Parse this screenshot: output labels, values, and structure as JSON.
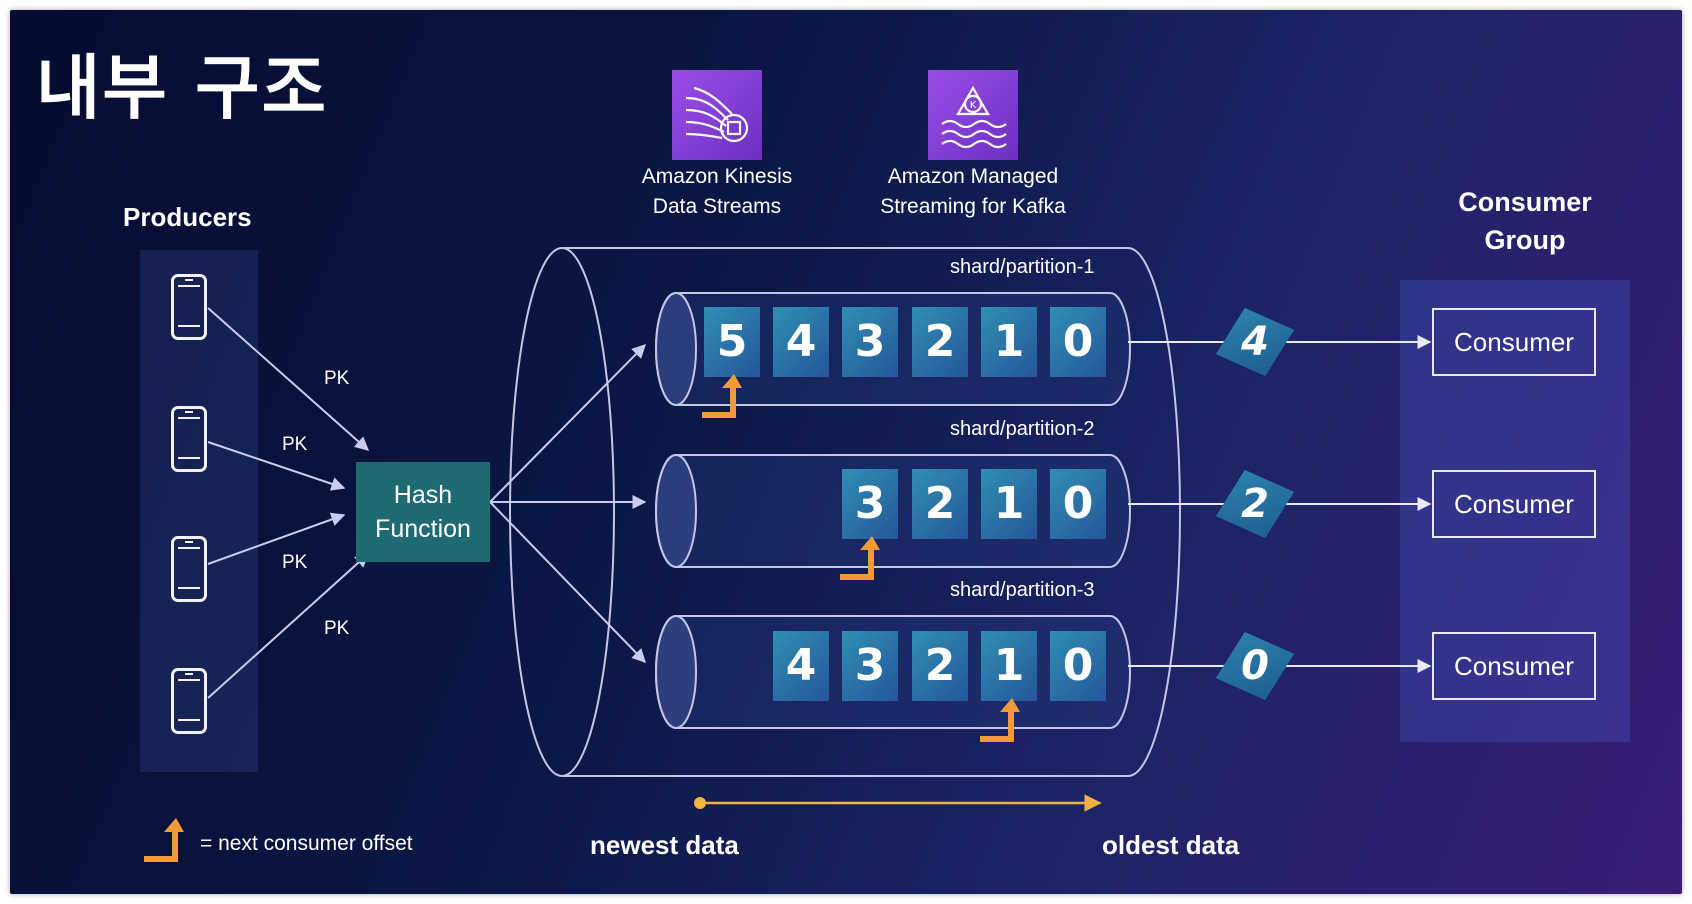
{
  "title": "내부 구조",
  "producers": {
    "label": "Producers",
    "pk_labels": [
      "PK",
      "PK",
      "PK",
      "PK"
    ]
  },
  "hash_function": {
    "label": "Hash\nFunction"
  },
  "services": [
    {
      "name_line1": "Amazon Kinesis",
      "name_line2": "Data Streams",
      "icon": "kinesis-data-streams-icon"
    },
    {
      "name_line1": "Amazon Managed",
      "name_line2": "Streaming for Kafka",
      "icon": "msk-kafka-icon"
    }
  ],
  "shards": [
    {
      "label": "shard/partition-1",
      "records": [
        "5",
        "4",
        "3",
        "2",
        "1",
        "0"
      ],
      "offset_at": "5",
      "consumed": "4"
    },
    {
      "label": "shard/partition-2",
      "records": [
        "3",
        "2",
        "1",
        "0"
      ],
      "offset_at": "3",
      "consumed": "2"
    },
    {
      "label": "shard/partition-3",
      "records": [
        "4",
        "3",
        "2",
        "1",
        "0"
      ],
      "offset_at": "1",
      "consumed": "0"
    }
  ],
  "consumer_group": {
    "label": "Consumer Group",
    "consumers": [
      "Consumer",
      "Consumer",
      "Consumer"
    ]
  },
  "axis": {
    "newest": "newest data",
    "oldest": "oldest data"
  },
  "legend": {
    "text": "= next consumer offset"
  },
  "colors": {
    "record_fill": "#2f8fb2",
    "hash_fill": "#1f6b74",
    "offset_arrow": "#f29a3a",
    "service_icon": "#8a3fd9"
  }
}
